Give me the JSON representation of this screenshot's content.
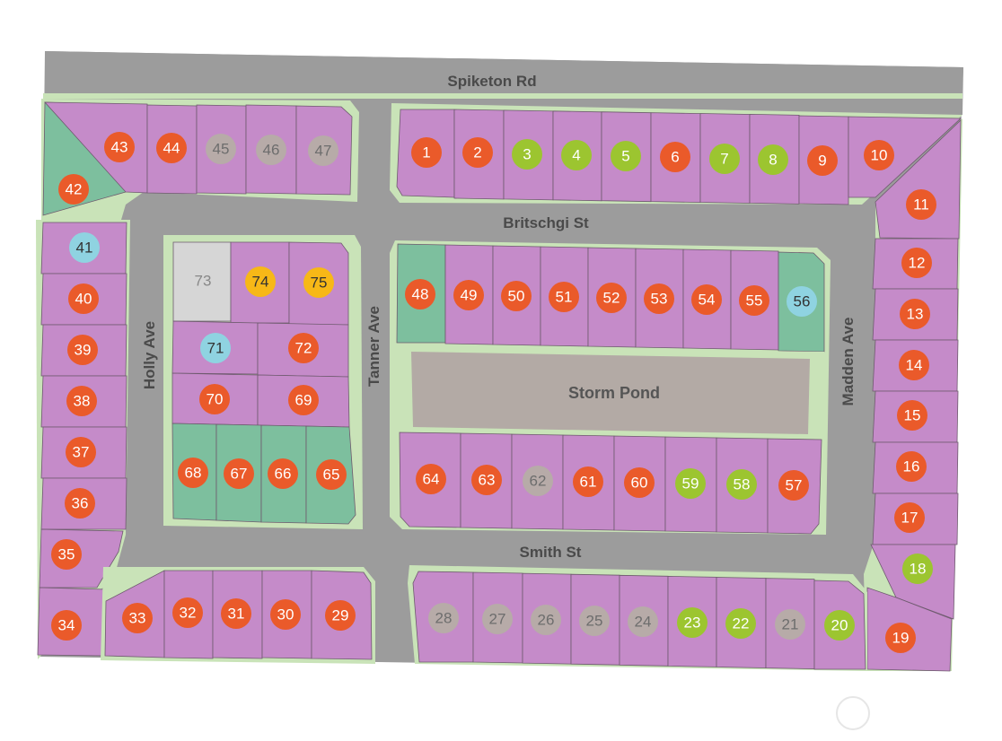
{
  "streets": {
    "spiketon": "Spiketon Rd",
    "britschgi": "Britschgi St",
    "smith": "Smith St",
    "holly": "Holly Ave",
    "tanner": "Tanner Ave",
    "madden": "Madden Ave"
  },
  "pond": "Storm Pond",
  "colors": {
    "sold": "#ea5a2a",
    "available": "#9cc530",
    "unreleased": "#b7aba8",
    "pending": "#f7b817",
    "model": "#8fd3e1",
    "lot_fill": "#c58bc9",
    "open_space": "#7dbf9e",
    "road": "#9c9c9c",
    "verge": "#c9e3b8",
    "pond": "#b3aaa5"
  },
  "lots": [
    {
      "n": "1",
      "status": "sold"
    },
    {
      "n": "2",
      "status": "sold"
    },
    {
      "n": "3",
      "status": "available"
    },
    {
      "n": "4",
      "status": "available"
    },
    {
      "n": "5",
      "status": "available"
    },
    {
      "n": "6",
      "status": "sold"
    },
    {
      "n": "7",
      "status": "available"
    },
    {
      "n": "8",
      "status": "available"
    },
    {
      "n": "9",
      "status": "sold"
    },
    {
      "n": "10",
      "status": "sold"
    },
    {
      "n": "11",
      "status": "sold"
    },
    {
      "n": "12",
      "status": "sold"
    },
    {
      "n": "13",
      "status": "sold"
    },
    {
      "n": "14",
      "status": "sold"
    },
    {
      "n": "15",
      "status": "sold"
    },
    {
      "n": "16",
      "status": "sold"
    },
    {
      "n": "17",
      "status": "sold"
    },
    {
      "n": "18",
      "status": "available"
    },
    {
      "n": "19",
      "status": "sold"
    },
    {
      "n": "20",
      "status": "available"
    },
    {
      "n": "21",
      "status": "unreleased"
    },
    {
      "n": "22",
      "status": "available"
    },
    {
      "n": "23",
      "status": "available"
    },
    {
      "n": "24",
      "status": "unreleased"
    },
    {
      "n": "25",
      "status": "unreleased"
    },
    {
      "n": "26",
      "status": "unreleased"
    },
    {
      "n": "27",
      "status": "unreleased"
    },
    {
      "n": "28",
      "status": "unreleased"
    },
    {
      "n": "29",
      "status": "sold"
    },
    {
      "n": "30",
      "status": "sold"
    },
    {
      "n": "31",
      "status": "sold"
    },
    {
      "n": "32",
      "status": "sold"
    },
    {
      "n": "33",
      "status": "sold"
    },
    {
      "n": "34",
      "status": "sold"
    },
    {
      "n": "35",
      "status": "sold"
    },
    {
      "n": "36",
      "status": "sold"
    },
    {
      "n": "37",
      "status": "sold"
    },
    {
      "n": "38",
      "status": "sold"
    },
    {
      "n": "39",
      "status": "sold"
    },
    {
      "n": "40",
      "status": "sold"
    },
    {
      "n": "41",
      "status": "model"
    },
    {
      "n": "42",
      "status": "sold"
    },
    {
      "n": "43",
      "status": "sold"
    },
    {
      "n": "44",
      "status": "sold"
    },
    {
      "n": "45",
      "status": "unreleased"
    },
    {
      "n": "46",
      "status": "unreleased"
    },
    {
      "n": "47",
      "status": "unreleased"
    },
    {
      "n": "48",
      "status": "sold"
    },
    {
      "n": "49",
      "status": "sold"
    },
    {
      "n": "50",
      "status": "sold"
    },
    {
      "n": "51",
      "status": "sold"
    },
    {
      "n": "52",
      "status": "sold"
    },
    {
      "n": "53",
      "status": "sold"
    },
    {
      "n": "54",
      "status": "sold"
    },
    {
      "n": "55",
      "status": "sold"
    },
    {
      "n": "56",
      "status": "model"
    },
    {
      "n": "57",
      "status": "sold"
    },
    {
      "n": "58",
      "status": "available"
    },
    {
      "n": "59",
      "status": "available"
    },
    {
      "n": "60",
      "status": "sold"
    },
    {
      "n": "61",
      "status": "sold"
    },
    {
      "n": "62",
      "status": "unreleased"
    },
    {
      "n": "63",
      "status": "sold"
    },
    {
      "n": "64",
      "status": "sold"
    },
    {
      "n": "65",
      "status": "sold"
    },
    {
      "n": "66",
      "status": "sold"
    },
    {
      "n": "67",
      "status": "sold"
    },
    {
      "n": "68",
      "status": "sold"
    },
    {
      "n": "69",
      "status": "sold"
    },
    {
      "n": "70",
      "status": "sold"
    },
    {
      "n": "71",
      "status": "model"
    },
    {
      "n": "72",
      "status": "sold"
    },
    {
      "n": "73",
      "status": "none"
    },
    {
      "n": "74",
      "status": "pending"
    },
    {
      "n": "75",
      "status": "pending"
    }
  ]
}
